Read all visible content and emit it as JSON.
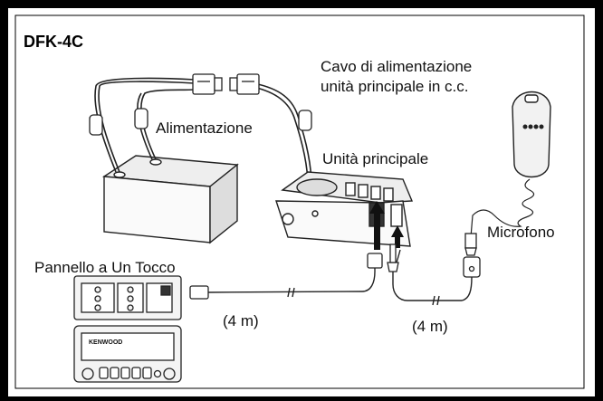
{
  "title": "DFK-4C",
  "labels": {
    "dc_cable_line1": "Cavo di alimentazione",
    "dc_cable_line2": "unità principale in c.c.",
    "power_supply": "Alimentazione",
    "main_unit": "Unità principale",
    "microphone": "Microfono",
    "one_touch_panel": "Pannello a Un Tocco",
    "cable_length_left": "(4 m)",
    "cable_length_right": "(4 m)",
    "panel_brand": "KENWOOD"
  },
  "colors": {
    "frame": "#000000",
    "background": "#ffffff",
    "ink": "#222222",
    "device_fill": "#eeeeee"
  }
}
